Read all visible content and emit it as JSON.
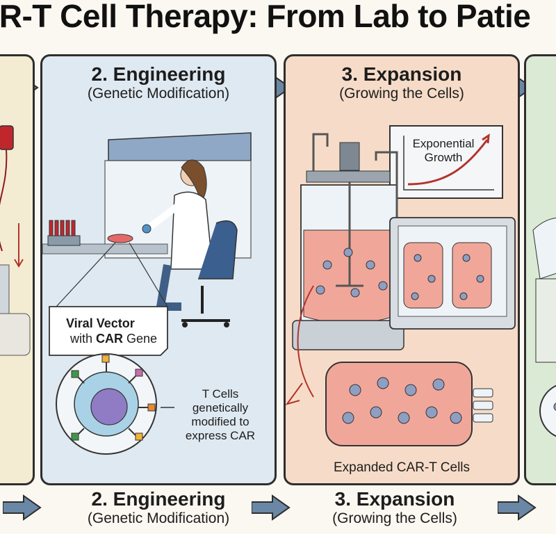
{
  "title": "AR-T Cell Therapy: From Lab to Patie",
  "steps": [
    {
      "heading": "2. Engineering",
      "subheading": "(Genetic Modification)",
      "callout_title_line1": "Viral Vector",
      "callout_title_line2_prefix": "with ",
      "callout_title_line2_bold": "CAR",
      "callout_title_line2_suffix": " Gene",
      "annotation_lines": [
        "T Cells",
        "genetically",
        "modified to",
        "express CAR"
      ]
    },
    {
      "heading": "3. Expansion",
      "subheading": "(Growing the Cells)",
      "chart_label_line1": "Exponential",
      "chart_label_line2": "Growth",
      "bag_caption": "Expanded CAR-T Cells"
    }
  ],
  "footer": [
    {
      "heading": "2. Engineering",
      "subheading": "(Genetic Modification)"
    },
    {
      "heading": "3. Expansion",
      "subheading": "(Growing the Cells)"
    }
  ],
  "colors": {
    "arrow": "#6b87a6",
    "panel_engineering": "#dfe9f1",
    "panel_expansion": "#f6dcc8",
    "culture_medium": "#f0a79a"
  }
}
